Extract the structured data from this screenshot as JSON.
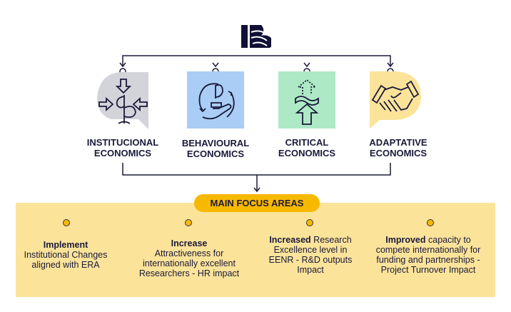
{
  "logo": {
    "text": "IR"
  },
  "categories": [
    {
      "title": "INSTITUCIONAL",
      "subtitle": "ECONOMICS",
      "icon": "plant-arrows-icon",
      "color": "#d3d3da"
    },
    {
      "title": "BEHAVIOURAL",
      "subtitle": "ECONOMICS",
      "icon": "hand-plant-cycle-icon",
      "color": "#a9cdf5"
    },
    {
      "title": "CRITICAL",
      "subtitle": "ECONOMICS",
      "icon": "arrow-up-wave-icon",
      "color": "#aee9c6"
    },
    {
      "title": "ADAPTATIVE",
      "subtitle": "ECONOMICS",
      "icon": "handshake-icon",
      "color": "#fbe39a"
    }
  ],
  "focus": {
    "title": "MAIN FOCUS AREAS",
    "items": [
      {
        "bold": "Implement",
        "text": "Institutional Changes aligned with ERA"
      },
      {
        "bold": "Increase",
        "text": "Attractiveness for internationally excellent Researchers - HR impact"
      },
      {
        "bold": "Increased",
        "text": " Research Excellence level in EENR - R&D outputs Impact"
      },
      {
        "bold": "Improved",
        "text": " capacity to compete internationally for funding and partnerships - Project Turnover Impact"
      }
    ]
  }
}
